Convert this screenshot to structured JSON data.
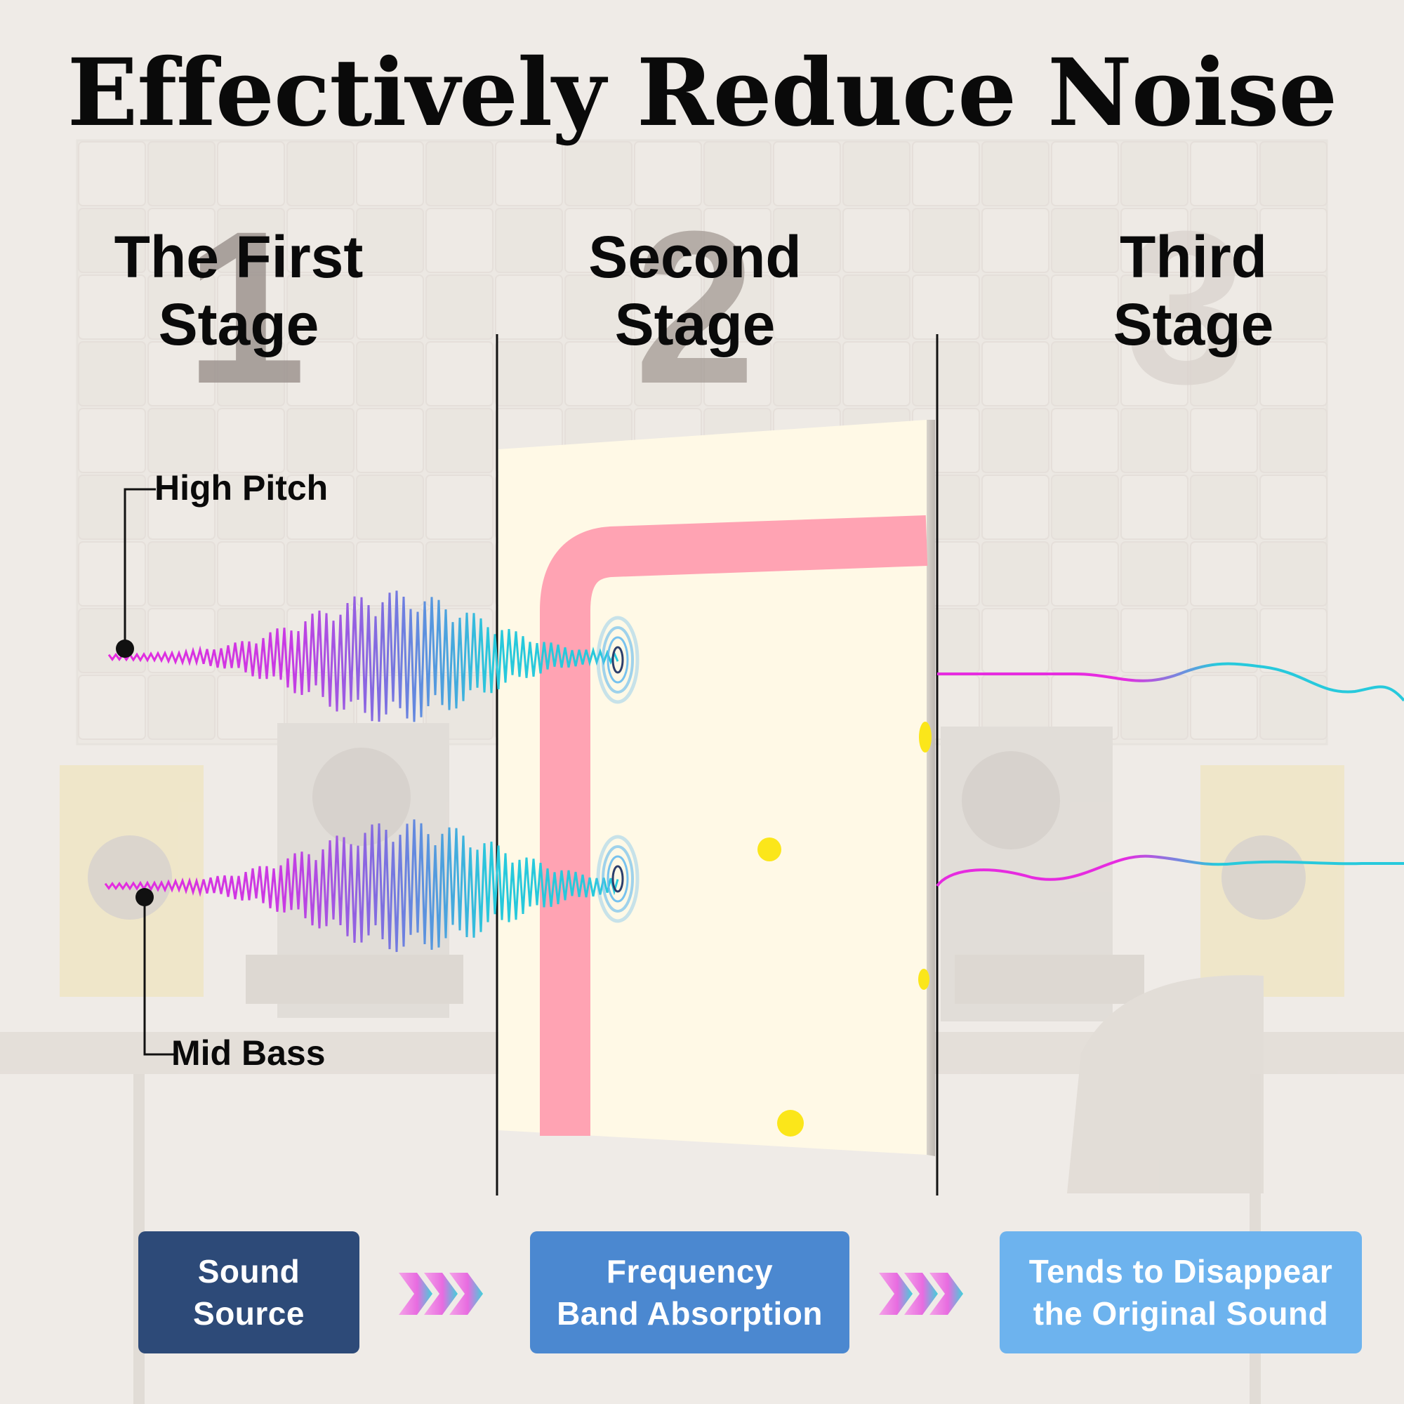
{
  "title": "Effectively Reduce Noise",
  "stages": [
    {
      "number": "1",
      "line1": "The First",
      "line2": "Stage"
    },
    {
      "number": "2",
      "line1": "Second",
      "line2": "Stage"
    },
    {
      "number": "3",
      "line1": "Third",
      "line2": "Stage"
    }
  ],
  "labels": {
    "high": "High Pitch",
    "mid": "Mid Bass"
  },
  "steps": [
    {
      "line1": "Sound",
      "line2": "Source",
      "color": "#2d4a78"
    },
    {
      "line1": "Frequency",
      "line2": "Band Absorption",
      "color": "#4b88d0"
    },
    {
      "line1": "Tends to Disappear",
      "line2": "the Original Sound",
      "color": "#6db3ee"
    }
  ],
  "colors": {
    "wave_start": "#e62be0",
    "wave_mid": "#7a72e0",
    "wave_end": "#27c9dc",
    "panel": "#fff9e6",
    "pink": "#ffa3b3",
    "dot": "#fbe61a",
    "arrow_start": "#f4a3e8",
    "arrow_end": "#3ed1da"
  }
}
